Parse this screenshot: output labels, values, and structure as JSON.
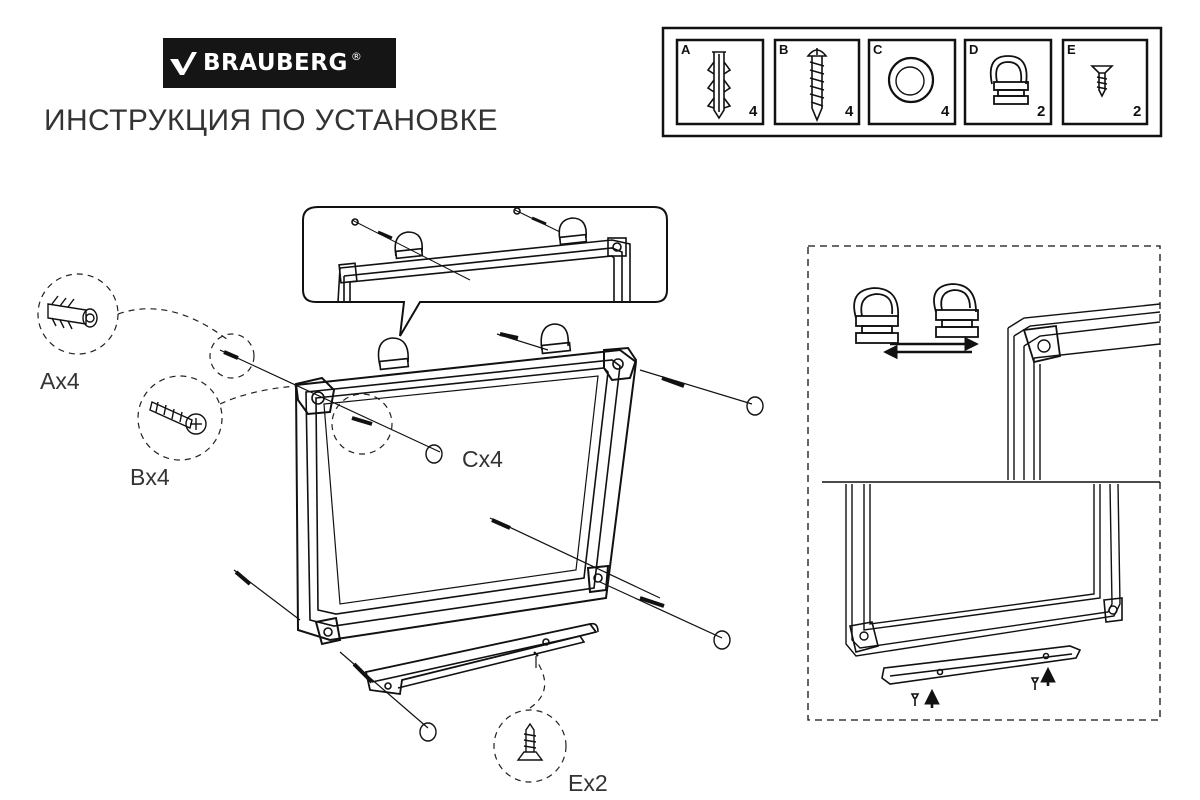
{
  "brand": {
    "name": "BRAUBERG",
    "registered": "®"
  },
  "title": "ИНСТРУКЦИЯ ПО УСТАНОВКЕ",
  "parts": [
    {
      "letter": "A",
      "qty": "4",
      "icon": "wall-plug-icon"
    },
    {
      "letter": "B",
      "qty": "4",
      "icon": "screw-icon"
    },
    {
      "letter": "C",
      "qty": "4",
      "icon": "screw-cap-icon"
    },
    {
      "letter": "D",
      "qty": "2",
      "icon": "d-ring-hanger-icon"
    },
    {
      "letter": "E",
      "qty": "2",
      "icon": "countersunk-screw-icon"
    }
  ],
  "callouts": {
    "a": "Ax4",
    "b": "Bx4",
    "c": "Cx4",
    "e": "Ex2"
  }
}
